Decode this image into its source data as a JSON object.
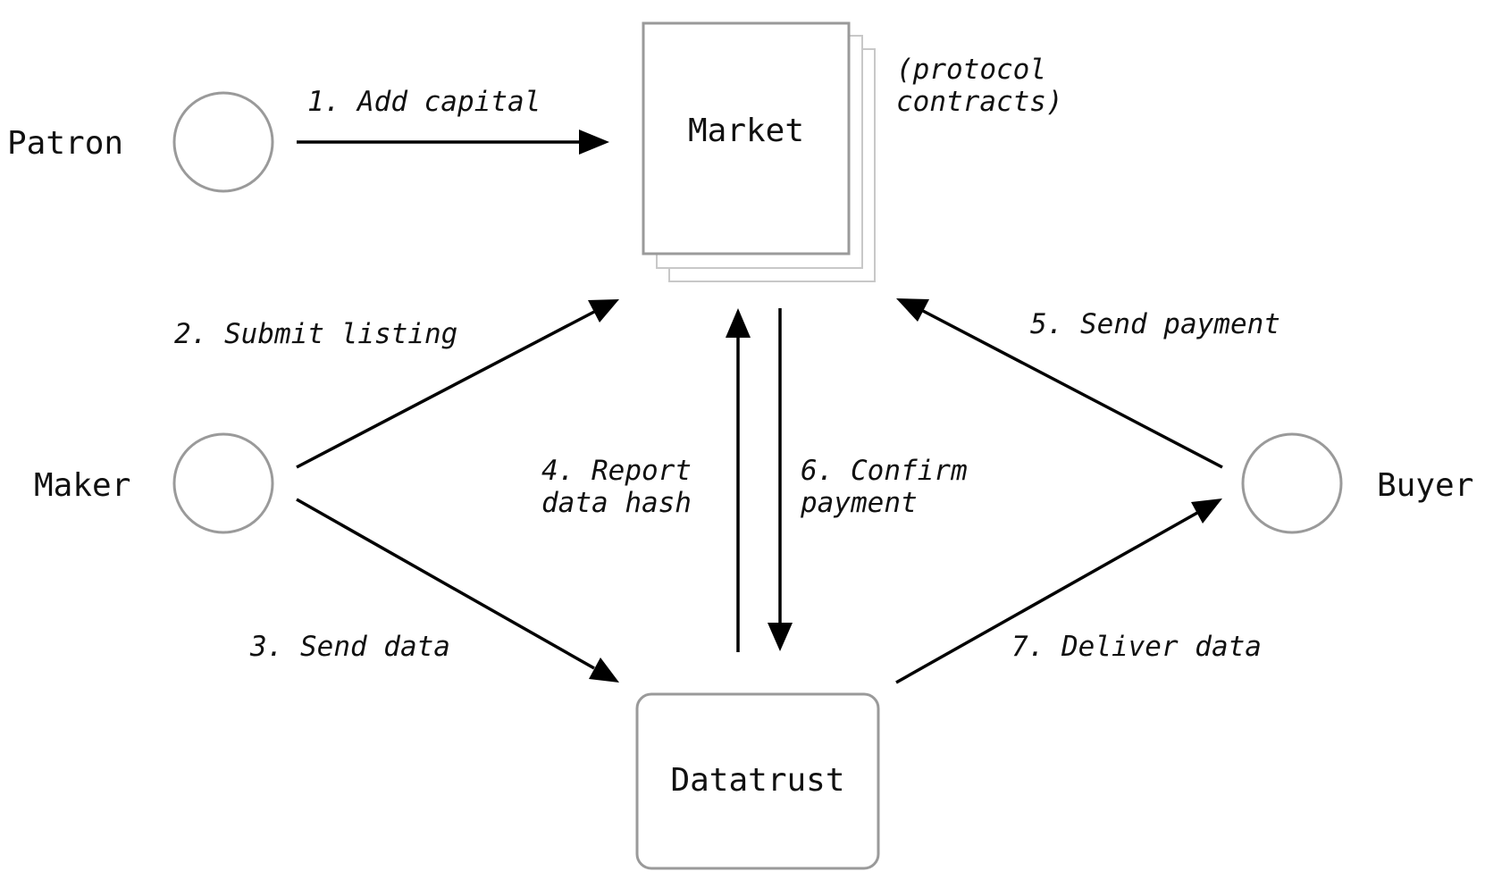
{
  "actors": {
    "patron": "Patron",
    "maker": "Maker",
    "buyer": "Buyer"
  },
  "nodes": {
    "market": "Market",
    "datatrust": "Datatrust"
  },
  "note": {
    "line1": "(protocol",
    "line2": "contracts)"
  },
  "steps": {
    "s1": "1. Add capital",
    "s2": "2. Submit listing",
    "s3": "3. Send data",
    "s4_line1": "4. Report",
    "s4_line2": "data hash",
    "s5": "5. Send payment",
    "s6_line1": "6. Confirm",
    "s6_line2": "payment",
    "s7": "7. Deliver data"
  },
  "colors": {
    "arrow": "#000000",
    "shape_stroke": "#9a9a9a",
    "text": "#111111"
  }
}
